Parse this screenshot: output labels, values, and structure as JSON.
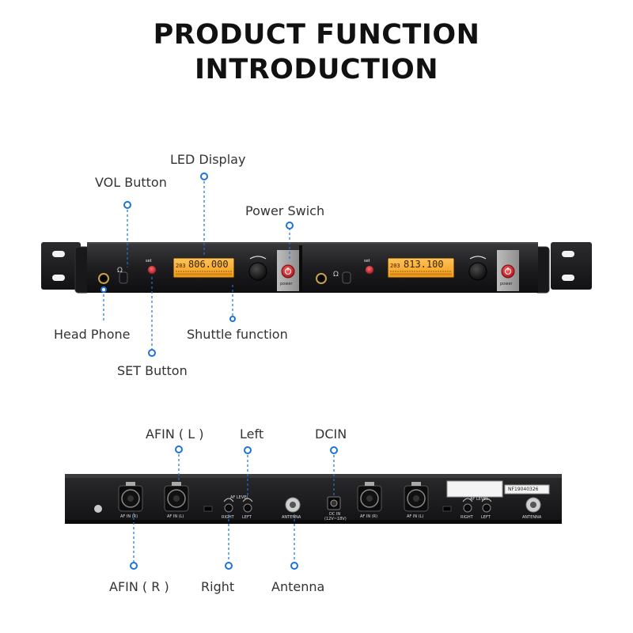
{
  "title": {
    "line1": "PRODUCT FUNCTION",
    "line2": "INTRODUCTION"
  },
  "front_panel": {
    "labels": {
      "led_display": "LED Display",
      "vol_button": "VOL Button",
      "power_switch": "Power Swich",
      "head_phone": "Head Phone",
      "shuttle_function": "Shuttle function",
      "set_button": "SET Button"
    },
    "channel_1": {
      "set_label": "set",
      "display_prefix": "203",
      "display_value": "806.000",
      "power_label": "power"
    },
    "channel_2": {
      "set_label": "set",
      "display_prefix": "203",
      "display_value": "813.100",
      "power_label": "power"
    }
  },
  "rear_panel": {
    "labels": {
      "afin_l": "AFIN ( L )",
      "left": "Left",
      "dcin": "DCIN",
      "afin_r": "AFIN ( R )",
      "right": "Right",
      "antenna": "Antenna"
    },
    "markings": {
      "af_in_r_1": "AF IN (R)",
      "af_in_l_1": "AF IN (L)",
      "af_level_1": "AF LEVEL",
      "right_1": "RIGHT",
      "left_1": "LEFT",
      "antenna_1": "ANTENNA",
      "dc_in": "DC IN",
      "dc_in_voltage": "(12V~18V)",
      "af_in_r_2": "AF IN (R)",
      "af_in_l_2": "AF IN (L)",
      "af_level_2": "AF LEVEL",
      "right_2": "RIGHT",
      "left_2": "LEFT",
      "antenna_2": "ANTENNA",
      "serial": "NF19040326"
    }
  },
  "colors": {
    "callout_blue": "#1e73d6",
    "lcd_orange": "#f5a623",
    "power_red": "#d8343a",
    "chassis": "#202022"
  }
}
